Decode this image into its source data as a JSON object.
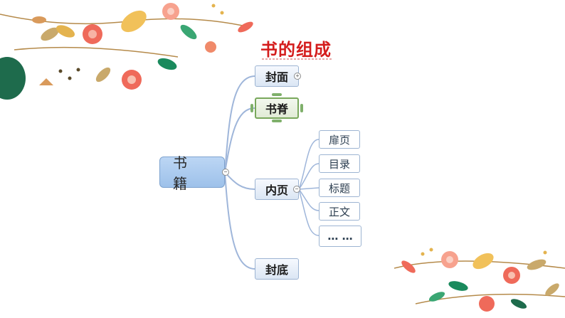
{
  "diagram": {
    "title": "书的组成",
    "root": {
      "label": "书 籍"
    },
    "branches": [
      {
        "label": "封面"
      },
      {
        "label": "书脊"
      },
      {
        "label": "内页",
        "children": [
          "扉页",
          "目录",
          "标题",
          "正文",
          "… …"
        ]
      },
      {
        "label": "封底"
      }
    ]
  },
  "colors": {
    "title": "#d41c1c",
    "root_fill": "#9dc1ea",
    "connector": "#9fb6da",
    "selected_border": "#79a85c"
  },
  "icons": [
    "floral-decoration-top-left",
    "floral-decoration-bottom-right",
    "collapse-toggle-icon"
  ]
}
